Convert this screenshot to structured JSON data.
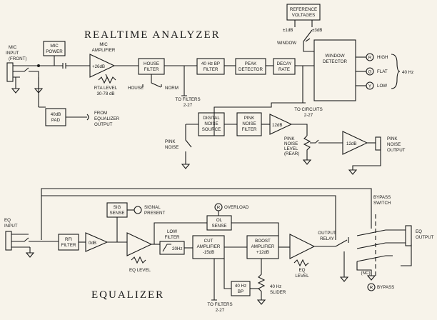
{
  "titles": {
    "analyzer": "REALTIME ANALYZER",
    "equalizer": "EQUALIZER"
  },
  "analyzer": {
    "mic_input": [
      "MIC",
      "INPUT",
      "(FRONT)"
    ],
    "mic_power": [
      "MIC",
      "POWER"
    ],
    "mic_amplifier": [
      "MIC",
      "AMPLIFIER"
    ],
    "gain_26": "+26dB",
    "rta_level": [
      "RTA LEVEL",
      "30-78 dB"
    ],
    "house_filter": [
      "HOUSE",
      "FILTER"
    ],
    "house": "HOUSE",
    "norm": "NORM",
    "to_filters": [
      "TO FILTERS",
      "2-27"
    ],
    "bp_filter": [
      "40 Hz BP",
      "FILTER"
    ],
    "peak_detector": [
      "PEAK",
      "DETECTOR"
    ],
    "decay_rate": [
      "DECAY",
      "RATE"
    ],
    "reference_voltages": [
      "REFERENCE",
      "VOLTAGES"
    ],
    "ref_1db": "±1dB",
    "ref_3db": "±3dB",
    "window": "WINDOW",
    "window_detector": [
      "WINDOW",
      "DETECTOR"
    ],
    "lamps": [
      {
        "letter": "R",
        "label": "HIGH"
      },
      {
        "letter": "G",
        "label": "FLAT"
      },
      {
        "letter": "Y",
        "label": "LOW"
      }
    ],
    "freq_40": "40 Hz",
    "to_circuits": [
      "TO CIRCUITS",
      "2-27"
    ],
    "pad_40": [
      "40dB",
      "PAD"
    ],
    "from_eq": [
      "FROM",
      "EQUALIZER",
      "OUTPUT"
    ],
    "digital_noise": [
      "DIGITAL",
      "NOISE",
      "SOURCE"
    ],
    "pink_filter": [
      "PINK",
      "NOISE",
      "FILTER"
    ],
    "gain_12a": "12dB",
    "pink_noise_sw": [
      "PINK",
      "NOISE"
    ],
    "pink_level": [
      "PINK",
      "NOISE",
      "LEVEL",
      "(REAR)"
    ],
    "gain_12b": "12dB",
    "pink_output": [
      "PINK",
      "NOISE",
      "OUTPUT"
    ]
  },
  "equalizer": {
    "eq_input": [
      "EQ",
      "INPUT"
    ],
    "rfi_filter": [
      "RFI",
      "FILTER"
    ],
    "gain_0": "0dB",
    "sig_sense": [
      "SIG",
      "SENSE"
    ],
    "signal_present": [
      "SIGNAL",
      "PRESENT"
    ],
    "eq_level_1": "EQ LEVEL",
    "low_filter": [
      "LOW",
      "FILTER"
    ],
    "hz20": "20Hz",
    "overload": "OVERLOAD",
    "ol_sense": [
      "OL",
      "SENSE"
    ],
    "cut_amp": [
      "CUT",
      "AMPLIFIER",
      "-15dB"
    ],
    "boost_amp": [
      "BOOST",
      "AMPLIFIER",
      "+12dB"
    ],
    "bp40": [
      "40 Hz",
      "BP"
    ],
    "slider": [
      "40 Hz",
      "SLIDER"
    ],
    "to_filters": [
      "TO FILTERS",
      "2-27"
    ],
    "eq_level_2": [
      "EQ",
      "LEVEL"
    ],
    "output_relay": [
      "OUTPUT",
      "RELAY"
    ],
    "bypass_switch": [
      "BYPASS",
      "SWITCH"
    ],
    "nc": "(NC)",
    "bypass": "BYPASS",
    "eq_output": [
      "EQ",
      "OUTPUT"
    ],
    "lamp_r": "R"
  }
}
